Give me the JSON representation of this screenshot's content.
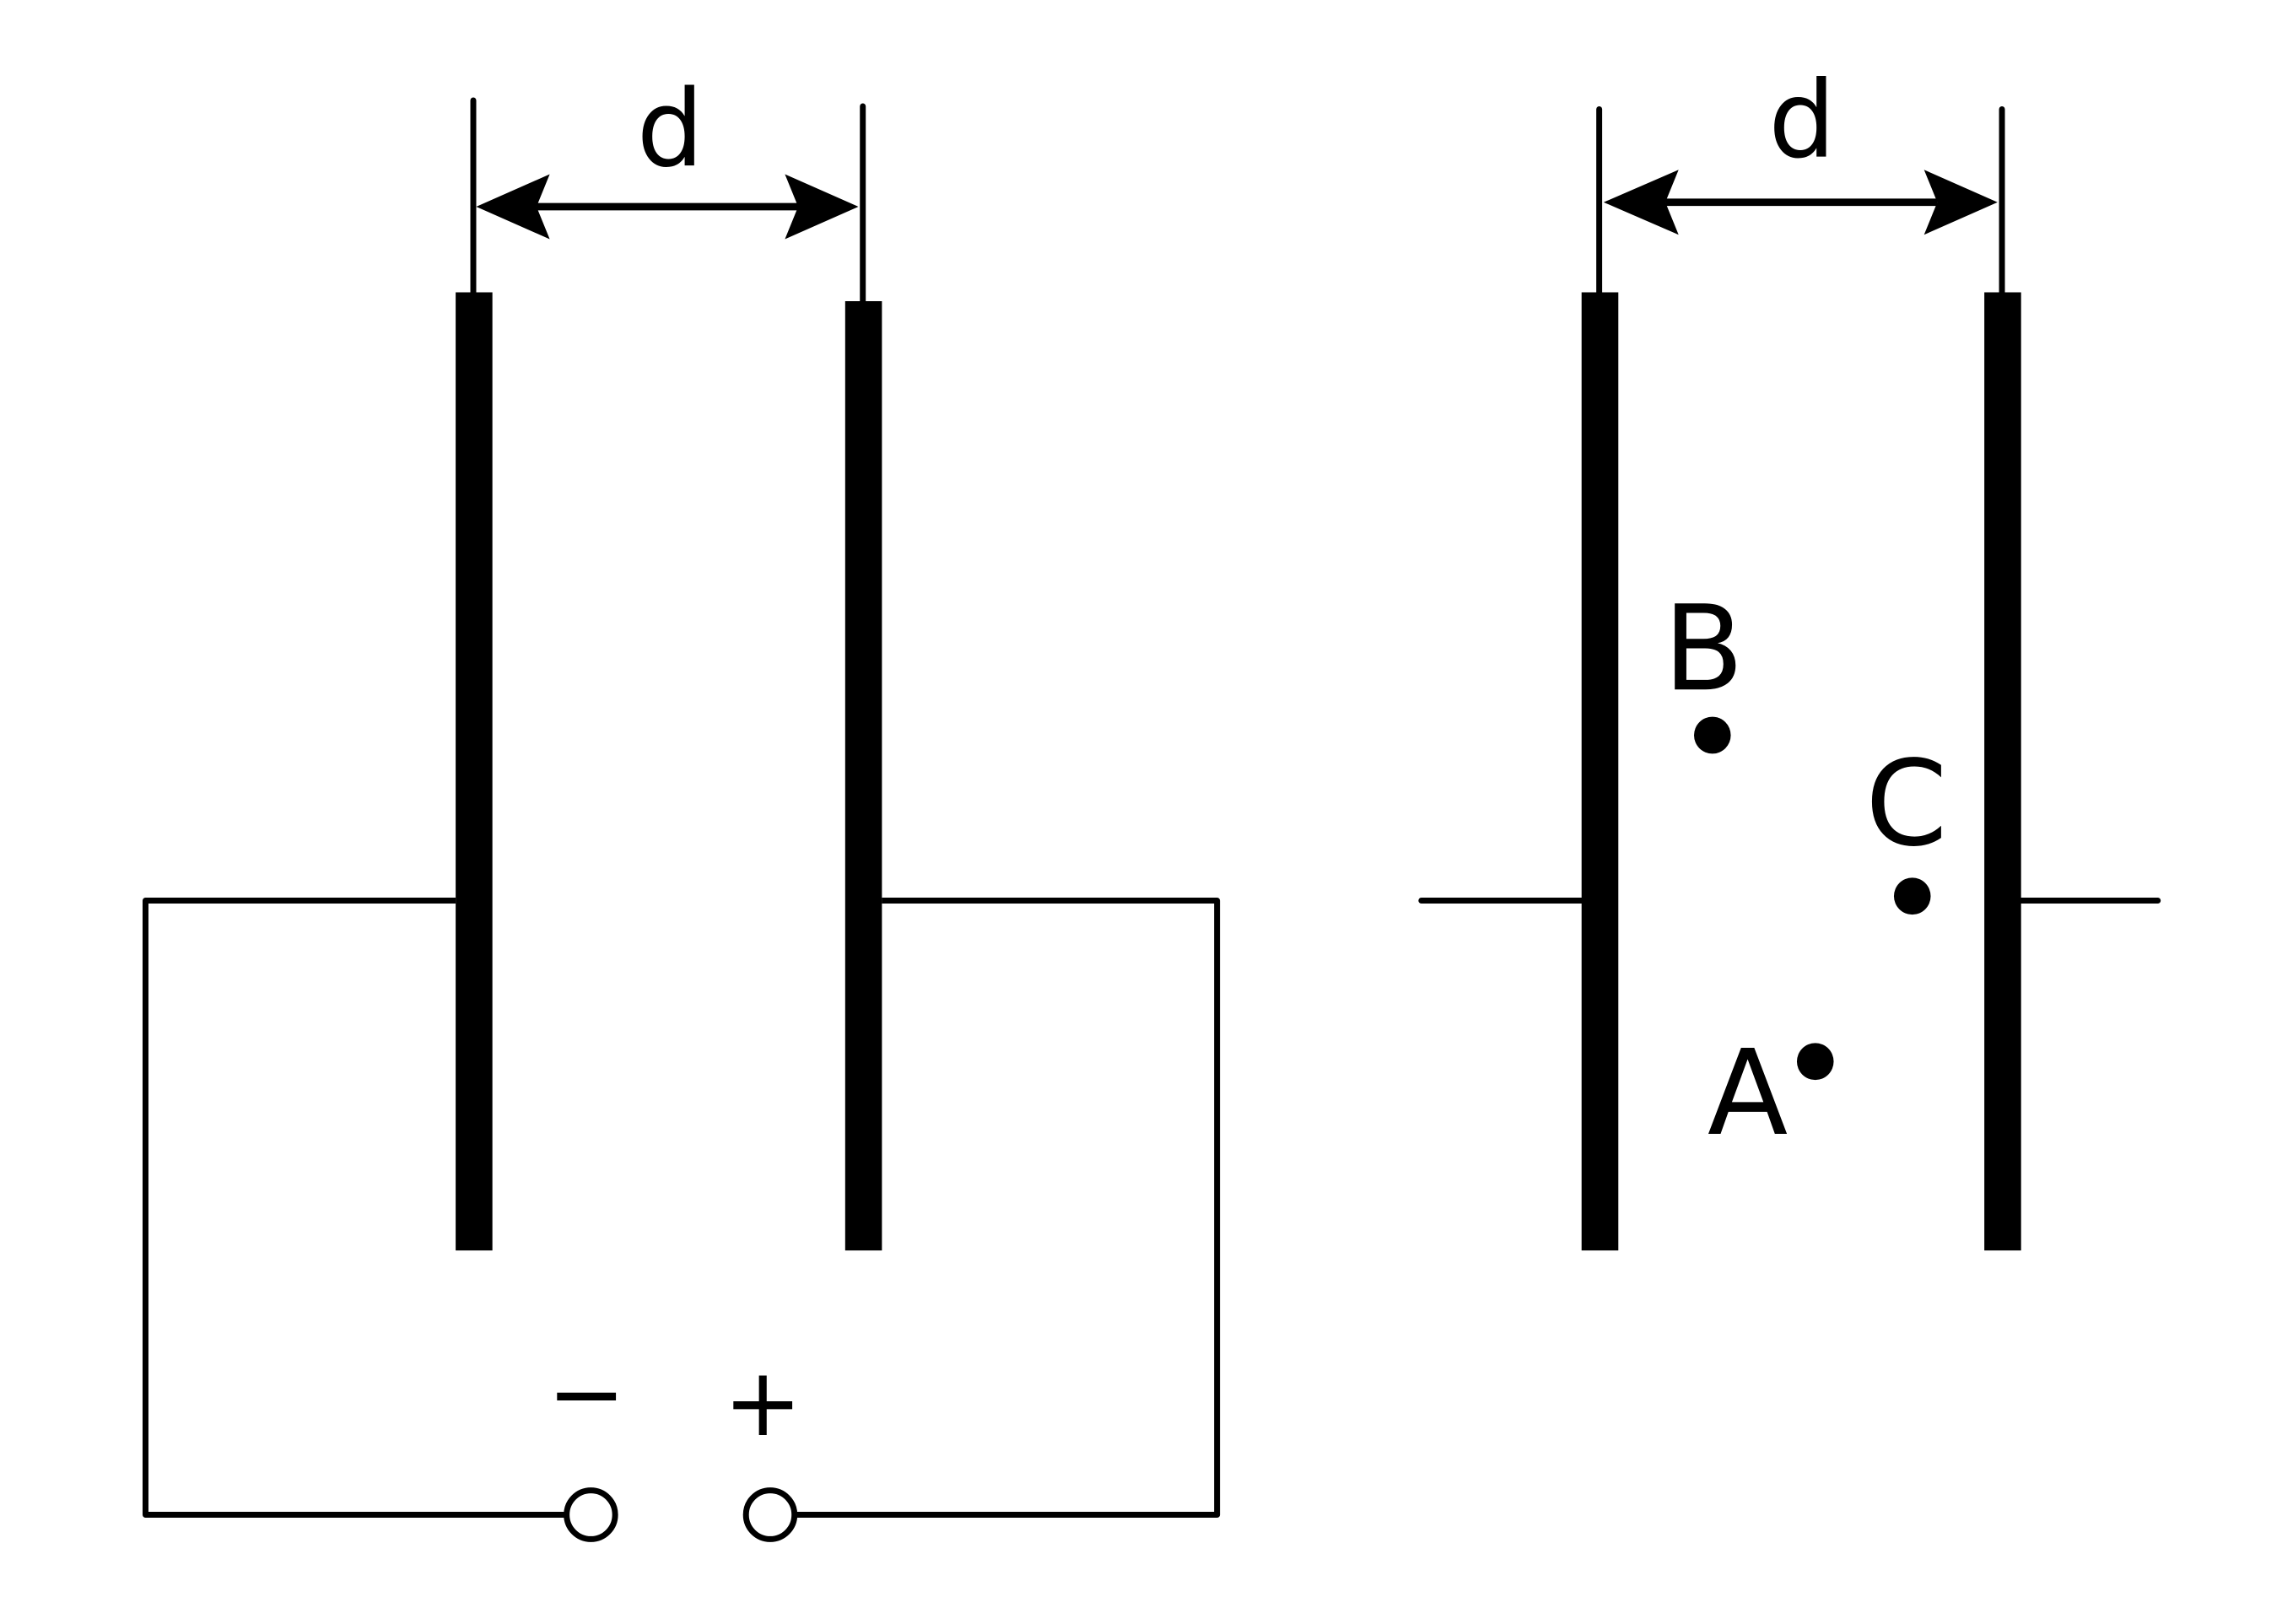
{
  "labels": {
    "gap_left": "d",
    "gap_right": "d",
    "point_a": "A",
    "point_b": "B",
    "point_c": "C",
    "terminal_negative": "−",
    "terminal_positive": "+"
  },
  "colors": {
    "ink": "#000000",
    "background": "#ffffff"
  }
}
